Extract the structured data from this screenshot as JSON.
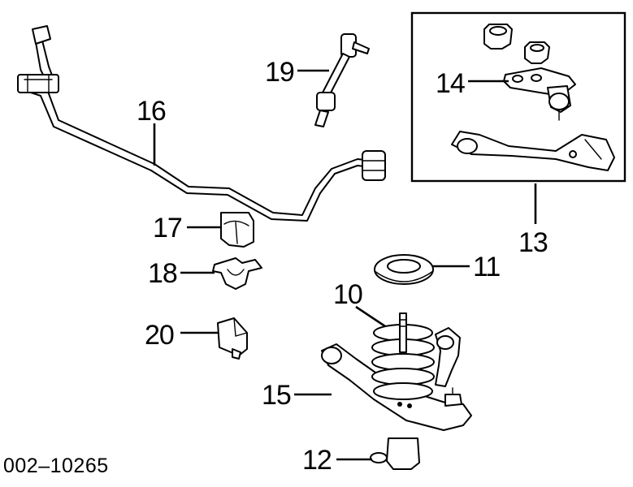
{
  "callouts": {
    "c10": "10",
    "c11": "11",
    "c12": "12",
    "c13": "13",
    "c14": "14",
    "c15": "15",
    "c16": "16",
    "c17": "17",
    "c18": "18",
    "c19": "19",
    "c20": "20"
  },
  "reference_code": "002–10265"
}
